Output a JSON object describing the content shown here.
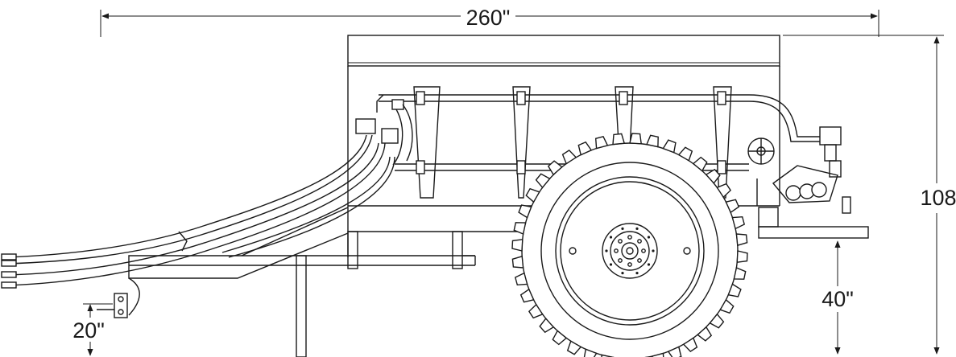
{
  "dimensions": {
    "overall_length": "260\"",
    "overall_height": "108",
    "spinner_height": "40\"",
    "hitch_height": "20\""
  }
}
